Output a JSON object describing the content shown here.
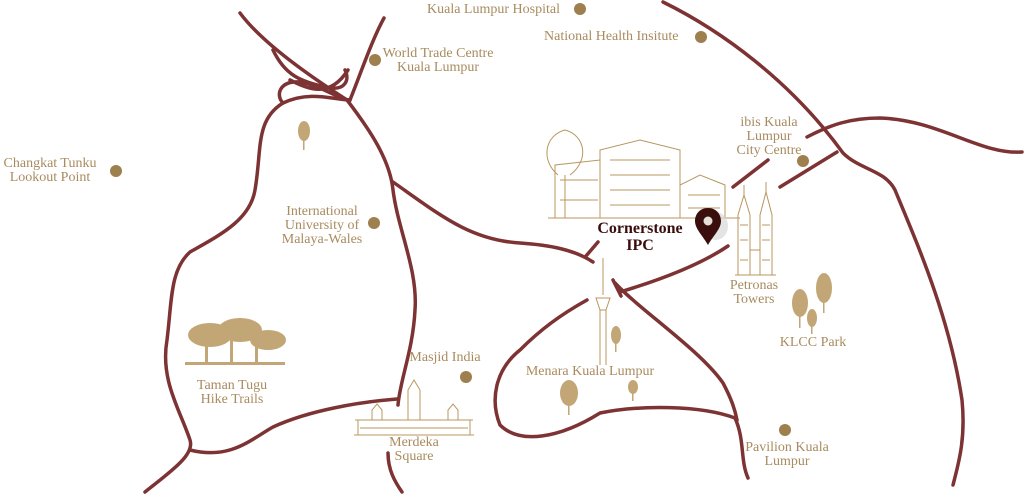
{
  "colors": {
    "road": "#7d3333",
    "label": "#a88b5f",
    "dot": "#9e7f4e",
    "pin": "#3b0e0e",
    "illustration": "#b8975f"
  },
  "highlight": {
    "name_line1": "Cornerstone",
    "name_line2": "IPC",
    "icon": "map-pin-icon"
  },
  "places": {
    "kl_hospital": "Kuala Lumpur Hospital",
    "national_health": "National Health Insitute",
    "wtc": [
      "World Trade Centre",
      "Kuala Lumpur"
    ],
    "changkat": [
      "Changkat Tunku",
      "Lookout Point"
    ],
    "iumw": [
      "International",
      "University of",
      "Malaya-Wales"
    ],
    "ibis": [
      "ibis Kuala",
      "Lumpur",
      "City Centre"
    ],
    "petronas": [
      "Petronas",
      "Towers"
    ],
    "klcc": "KLCC Park",
    "menara": "Menara Kuala Lumpur",
    "masjid": "Masjid India",
    "taman": [
      "Taman Tugu",
      "Hike Trails"
    ],
    "merdeka": [
      "Merdeka",
      "Square"
    ],
    "pavilion": [
      "Pavilion Kuala",
      "Lumpur"
    ]
  }
}
